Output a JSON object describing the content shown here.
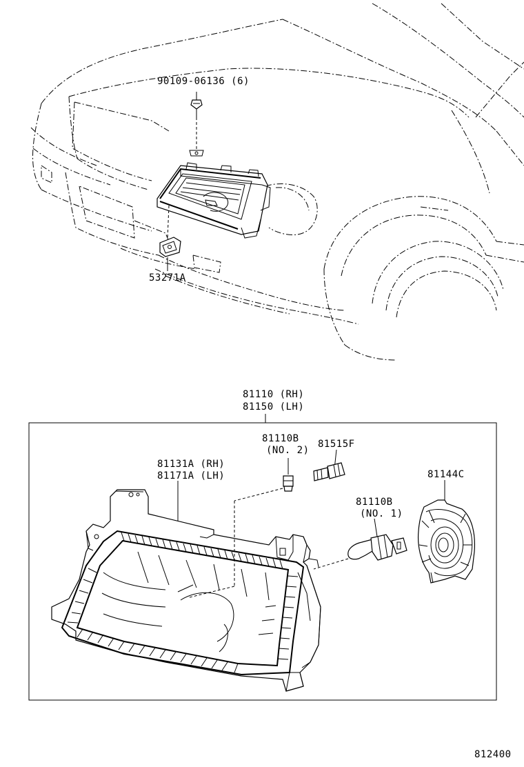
{
  "labels": {
    "bolt_part": "90109-06136 (6)",
    "retainer_part": "53271A",
    "assy_rh": "81110 (RH)",
    "assy_lh": "81150 (LH)",
    "bulb_no2_part": "81110B",
    "bulb_no2_note": "(NO. 2)",
    "socket_part": "81515F",
    "housing_rh": "81131A (RH)",
    "housing_lh": "81171A (LH)",
    "cover_part": "81144C",
    "bulb_no1_part": "81110B",
    "bulb_no1_note": "(NO. 1)",
    "figure_number": "812400"
  }
}
